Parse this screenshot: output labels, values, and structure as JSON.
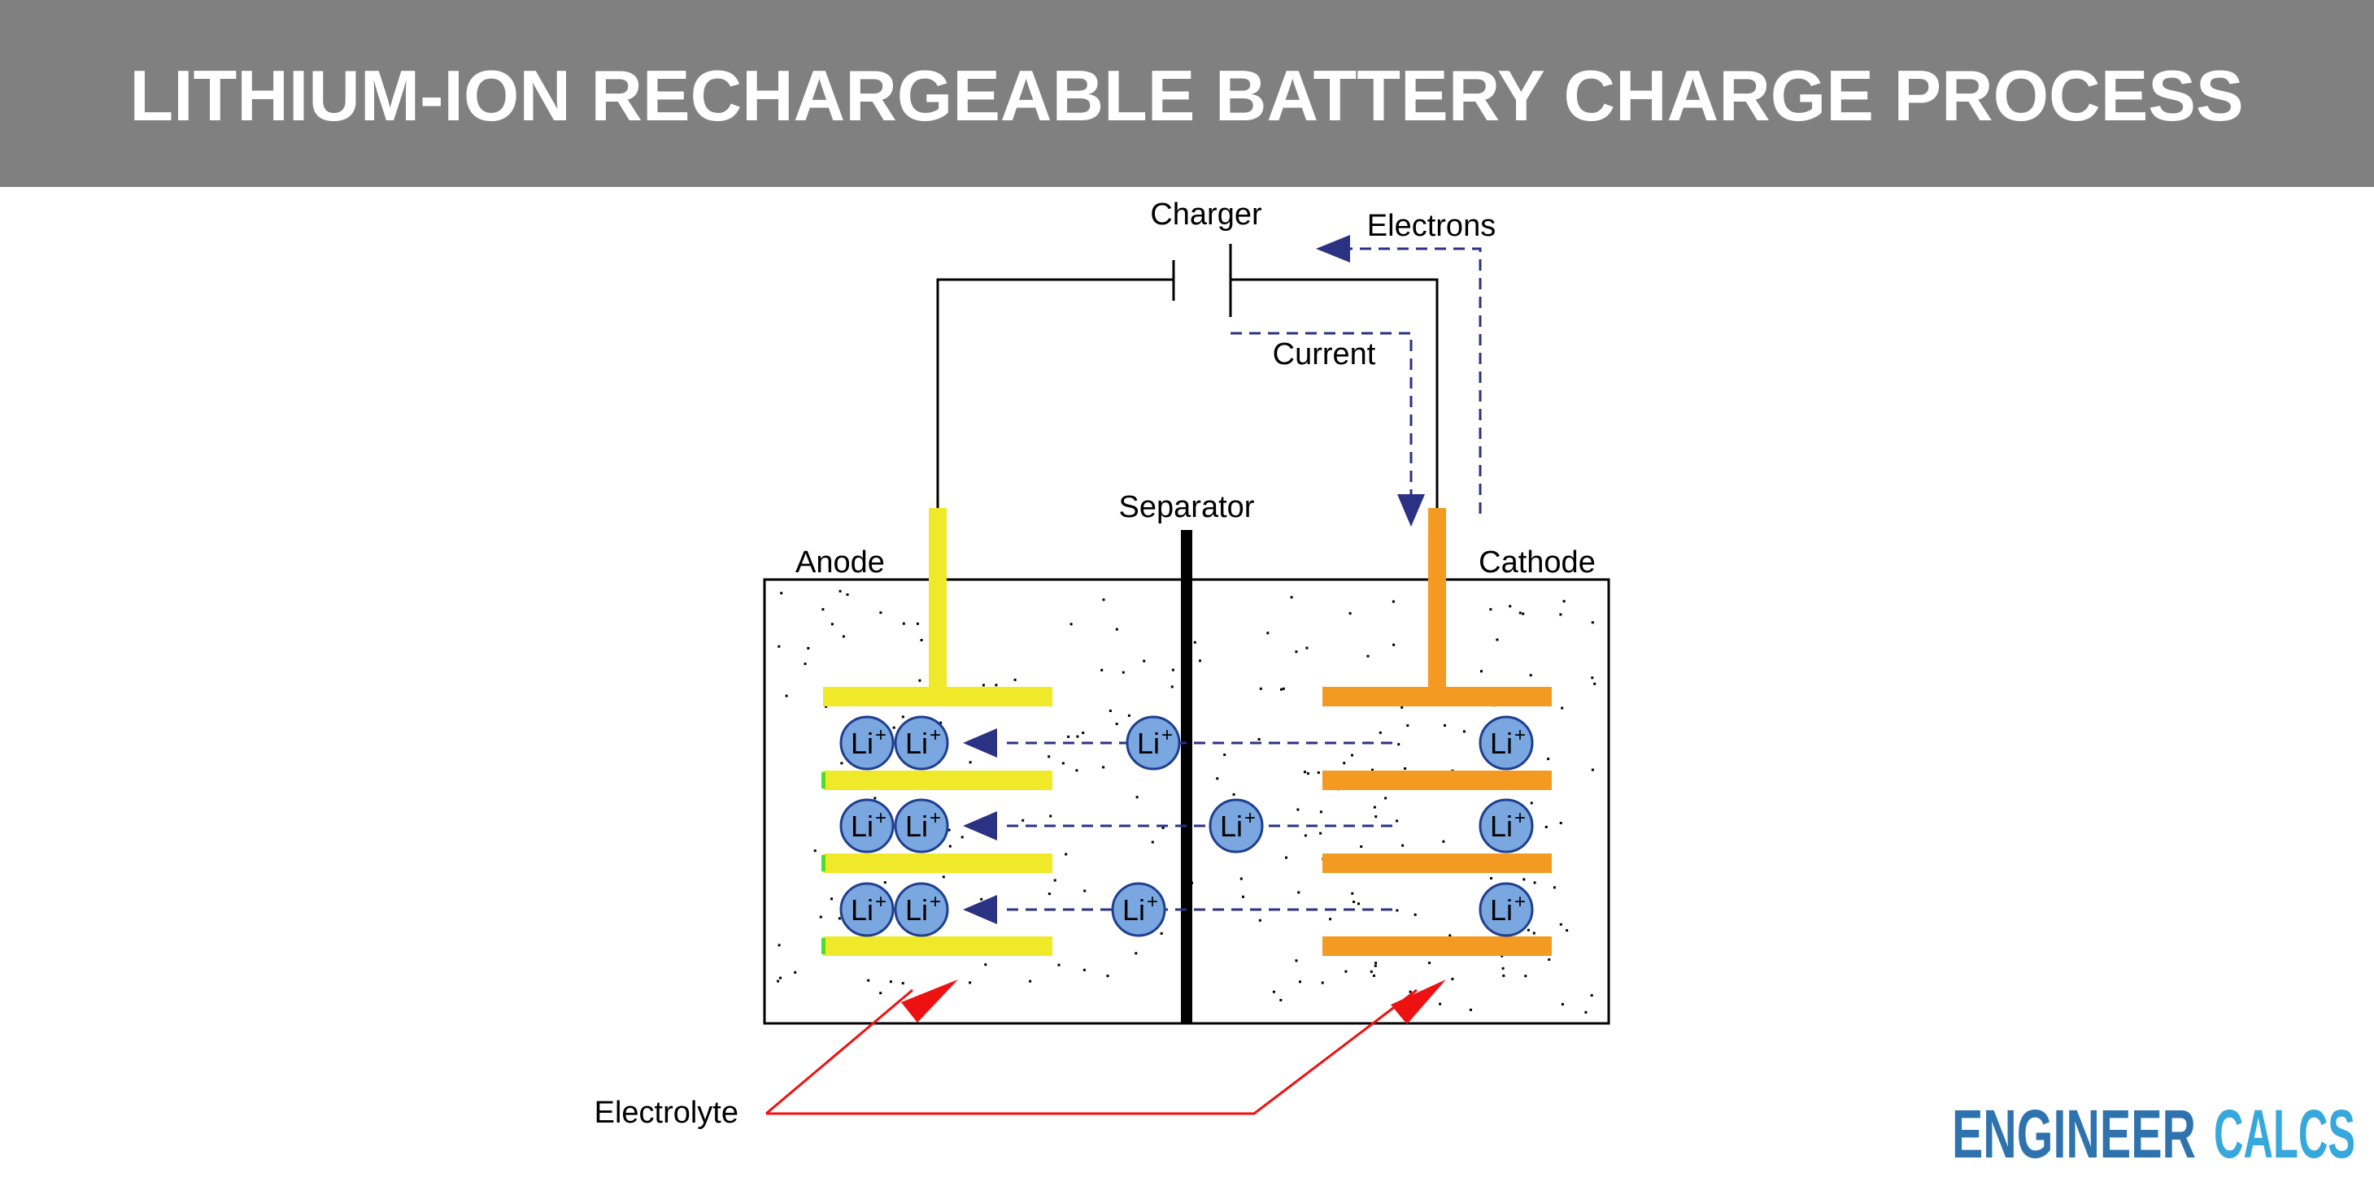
{
  "header": {
    "title": "LITHIUM-ION RECHARGEABLE BATTERY CHARGE PROCESS",
    "background_color": "#808080",
    "text_color": "#ffffff"
  },
  "labels": {
    "charger": "Charger",
    "electrons": "Electrons",
    "current": "Current",
    "separator": "Separator",
    "anode": "Anode",
    "cathode": "Cathode",
    "electrolyte": "Electrolyte"
  },
  "ion": {
    "symbol": "Li",
    "charge": "+",
    "fill_color": "#7aa7e0",
    "stroke_color": "#1f3f8f"
  },
  "colors": {
    "anode": "#f0e92a",
    "cathode": "#f39a22",
    "separator": "#000000",
    "flow_arrow": "#2b3284",
    "electrolyte_arrow": "#ee1111",
    "wire": "#000000",
    "logo_dark": "#2e72ae",
    "logo_light": "#37a8dc"
  },
  "logo": {
    "word1": "ENGINEER",
    "word2": "CALCS"
  }
}
